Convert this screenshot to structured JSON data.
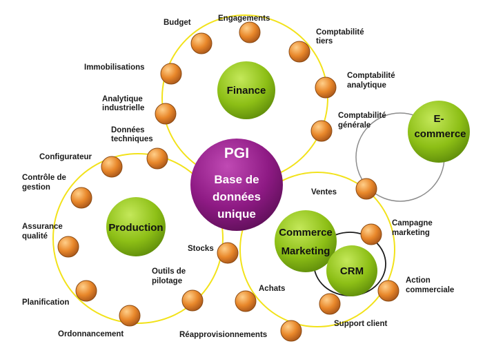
{
  "colors": {
    "ring": "#f2e21a",
    "node_fill": "#e8872a",
    "node_stroke": "#8a4a12",
    "module_fill": "#8dbf16",
    "hub_fill": "#8e1a84",
    "crm_loop": "#1a1a1a",
    "ecommerce_loop": "#8c8c8c"
  },
  "hub": {
    "title": "PGI",
    "line1": "Base de",
    "line2": "données",
    "line3": "unique"
  },
  "modules": {
    "finance": "Finance",
    "production": "Production",
    "commerce_line1": "Commerce",
    "commerce_line2": "Marketing",
    "crm": "CRM",
    "ecommerce_line1": "E-",
    "ecommerce_line2": "commerce"
  },
  "labels": {
    "budget": "Budget",
    "engagements": "Engagements",
    "comptabilite_tiers_1": "Comptabilité",
    "comptabilite_tiers_2": "tiers",
    "comptabilite_analytique_1": "Comptabilité",
    "comptabilite_analytique_2": "analytique",
    "comptabilite_generale_1": "Comptabilité",
    "comptabilite_generale_2": "générale",
    "immobilisations": "Immobilisations",
    "analytique_industrielle_1": "Analytique",
    "analytique_industrielle_2": "industrielle",
    "donnees_techniques_1": "Données",
    "donnees_techniques_2": "techniques",
    "configurateur": "Configurateur",
    "controle_gestion_1": "Contrôle de",
    "controle_gestion_2": "gestion",
    "assurance_qualite_1": "Assurance",
    "assurance_qualite_2": "qualité",
    "planification": "Planification",
    "ordonnancement": "Ordonnancement",
    "outils_pilotage_1": "Outils de",
    "outils_pilotage_2": "pilotage",
    "stocks": "Stocks",
    "achats": "Achats",
    "reapprovisionnements": "Réapprovisionnements",
    "ventes": "Ventes",
    "campagne_marketing_1": "Campagne",
    "campagne_marketing_2": "marketing",
    "action_commerciale_1": "Action",
    "action_commerciale_2": "commerciale",
    "support_client": "Support client"
  }
}
